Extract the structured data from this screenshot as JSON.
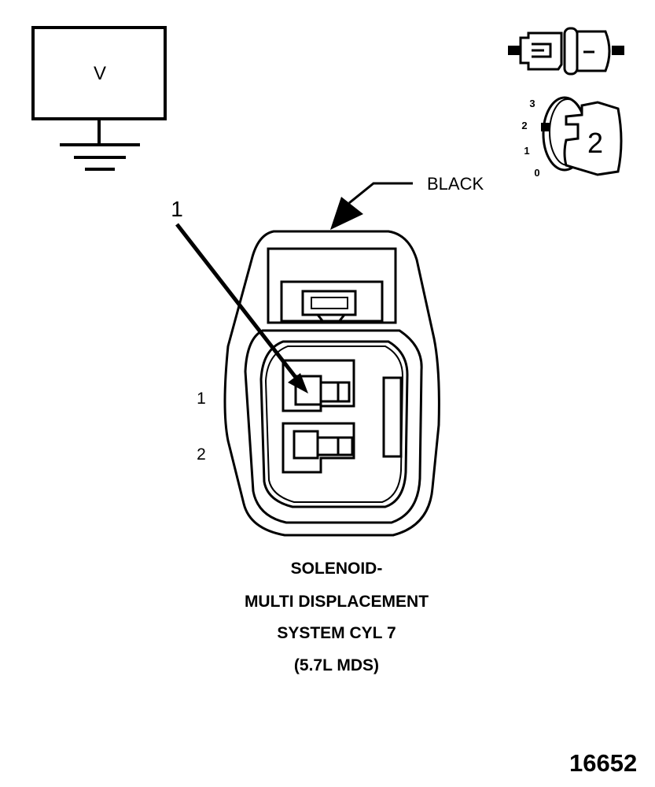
{
  "symbol": {
    "voltage_label": "V"
  },
  "connector": {
    "color_label": "BLACK",
    "callout_number": "1",
    "pin_labels": [
      "1",
      "2"
    ]
  },
  "key_symbol": {
    "scale_labels": [
      "3",
      "2",
      "1",
      "0"
    ],
    "key_number": "2"
  },
  "caption": {
    "line1": "SOLENOID-",
    "line2": "MULTI DISPLACEMENT",
    "line3": "SYSTEM CYL 7",
    "line4": "(5.7L MDS)"
  },
  "figure_number": "16652"
}
